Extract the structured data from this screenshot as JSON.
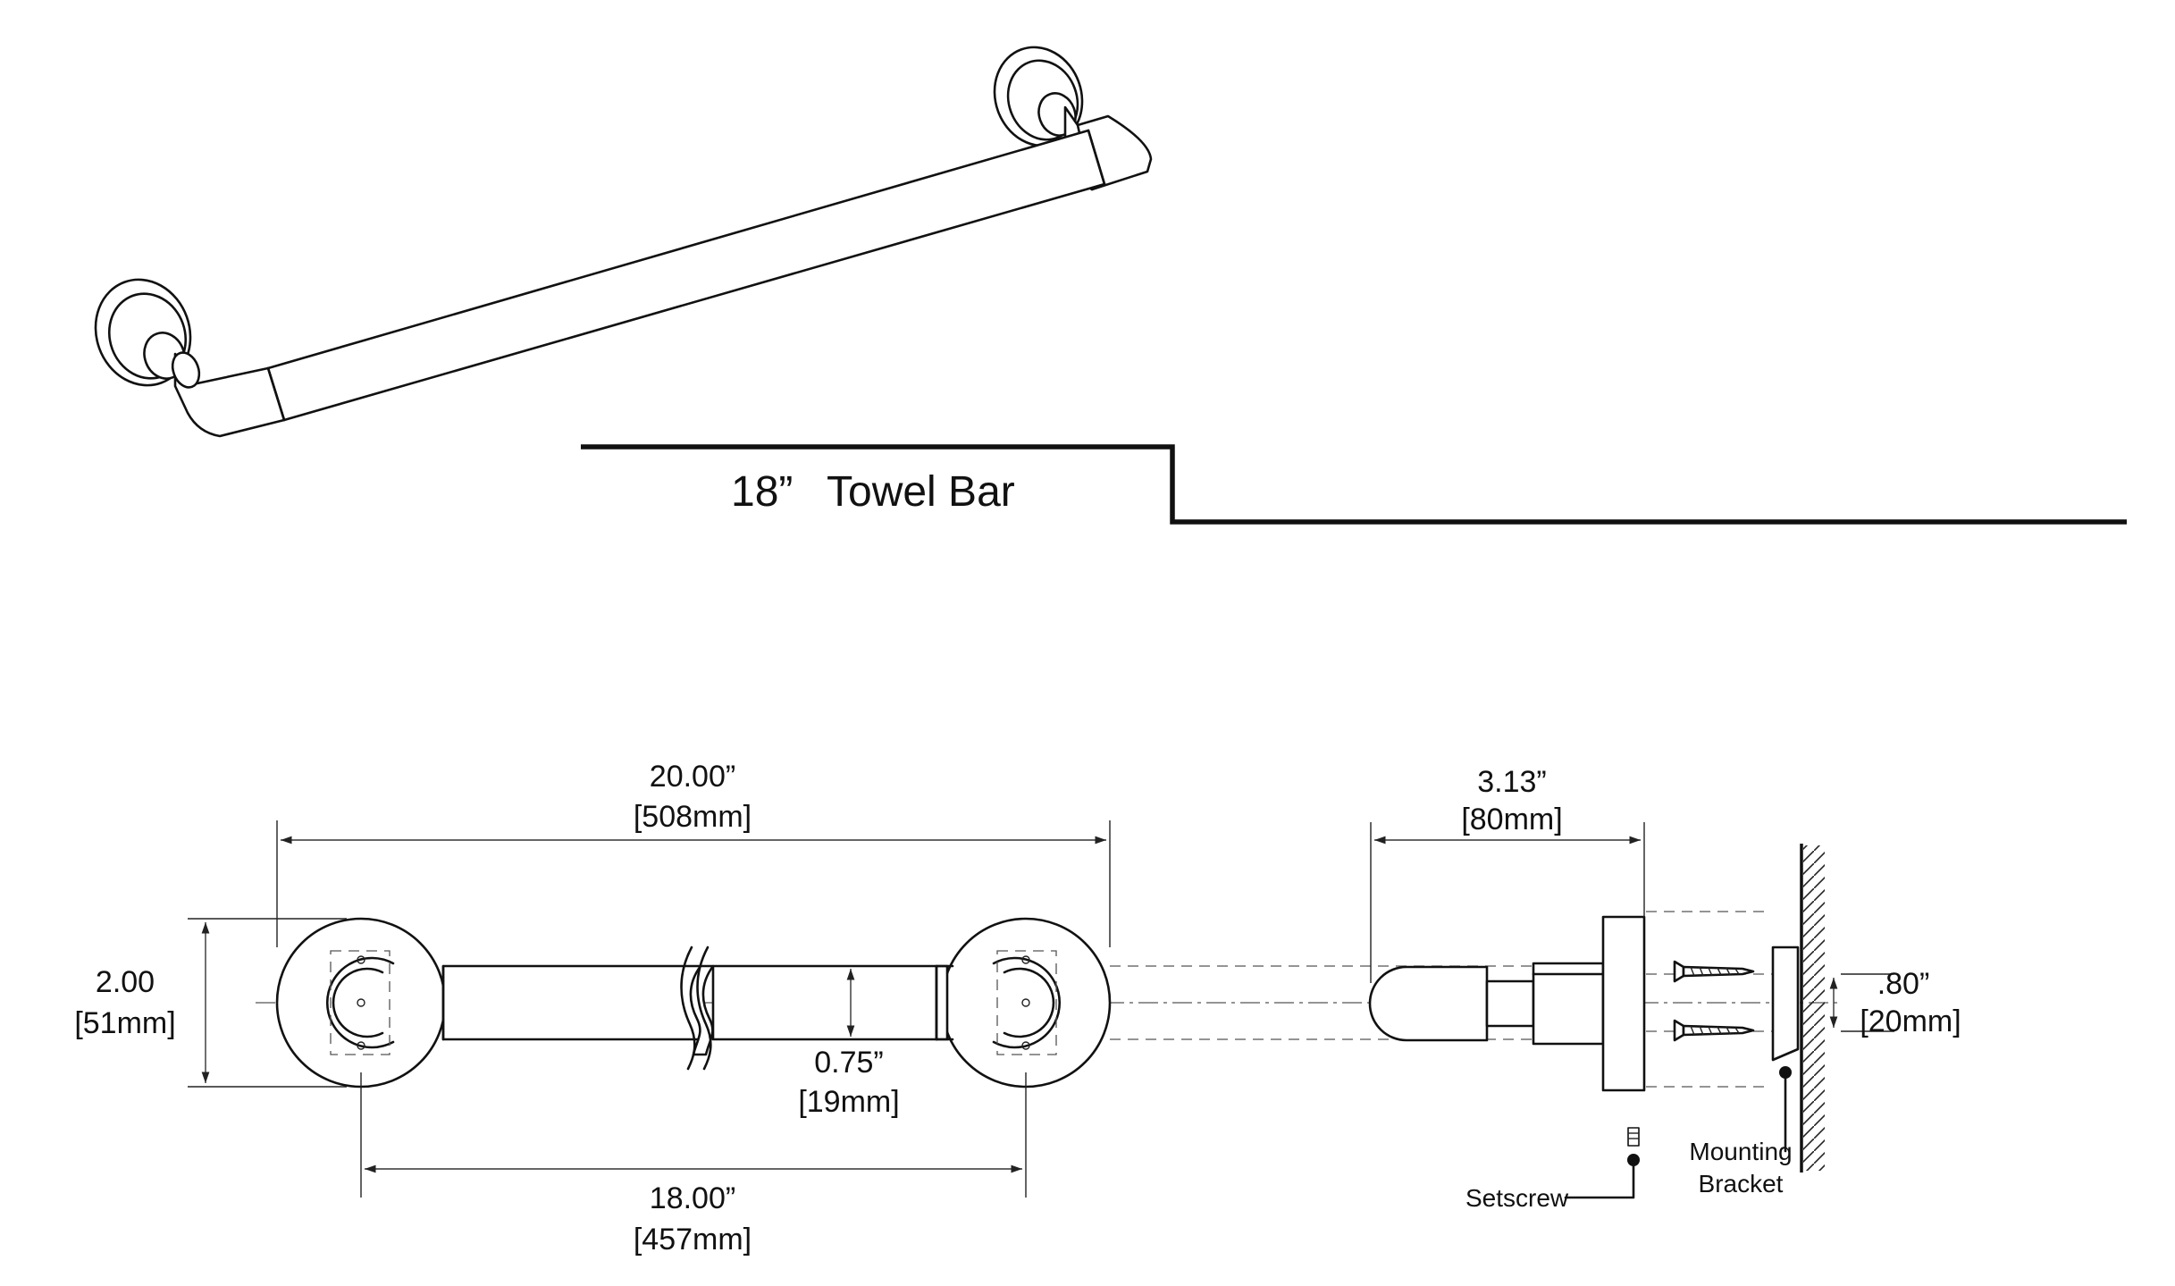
{
  "title": {
    "size": "18”",
    "name": "Towel Bar"
  },
  "front_view": {
    "overall_width": {
      "in": "20.00”",
      "mm": "[508mm]"
    },
    "centers": {
      "in": "18.00”",
      "mm": "[457mm]"
    },
    "flange_height": {
      "in": "2.00",
      "mm": "[51mm]"
    },
    "bar_diameter": {
      "in": "0.75”",
      "mm": "[19mm]"
    }
  },
  "side_view": {
    "projection": {
      "in": "3.13”",
      "mm": "[80mm]"
    },
    "bracket_spacing": {
      "in": ".80”",
      "mm": "[20mm]"
    },
    "setscrew_label": "Setscrew",
    "bracket_label_line1": "Mounting",
    "bracket_label_line2": "Bracket"
  }
}
